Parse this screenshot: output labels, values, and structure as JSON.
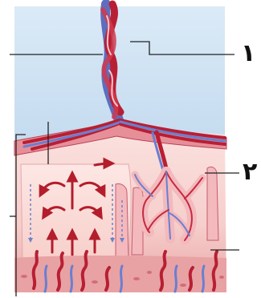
{
  "labels": [
    {
      "id": "label-1",
      "text": "١"
    },
    {
      "id": "label-2",
      "text": "٢"
    }
  ],
  "colors": {
    "sky": "#cfe3f4",
    "tissue": "#f9d6d4",
    "arteryRed": "#c4243a",
    "veinBlue": "#6a7fcf",
    "villusPink": "#f3b9bd",
    "leaderLine": "#222222"
  }
}
